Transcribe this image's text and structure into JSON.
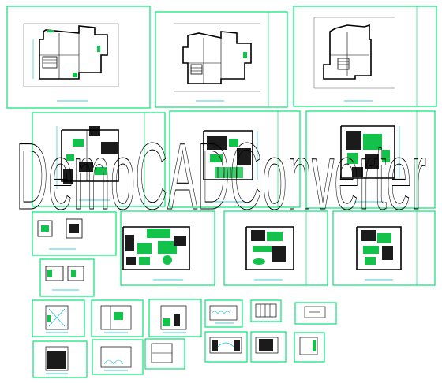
{
  "watermark": {
    "text": "DemoCADConverter"
  },
  "colors": {
    "frame": "#00e676",
    "linework": "#000000",
    "accent": "#00bcd4",
    "fill": "#12c24a"
  },
  "sheets": [
    {
      "kind": "plan"
    },
    {
      "kind": "plan"
    },
    {
      "kind": "plan"
    },
    {
      "kind": "plan-detailed"
    },
    {
      "kind": "plan-detailed"
    },
    {
      "kind": "plan-detailed"
    },
    {
      "kind": "detail"
    },
    {
      "kind": "detail"
    },
    {
      "kind": "plan-detailed"
    },
    {
      "kind": "plan-detailed"
    },
    {
      "kind": "plan-detailed"
    },
    {
      "kind": "elevation"
    },
    {
      "kind": "elevation"
    },
    {
      "kind": "elevation"
    },
    {
      "kind": "elevation"
    },
    {
      "kind": "elevation"
    },
    {
      "kind": "elevation"
    },
    {
      "kind": "elevation"
    },
    {
      "kind": "elevation"
    },
    {
      "kind": "elevation"
    },
    {
      "kind": "elevation"
    },
    {
      "kind": "elevation"
    },
    {
      "kind": "elevation"
    }
  ]
}
